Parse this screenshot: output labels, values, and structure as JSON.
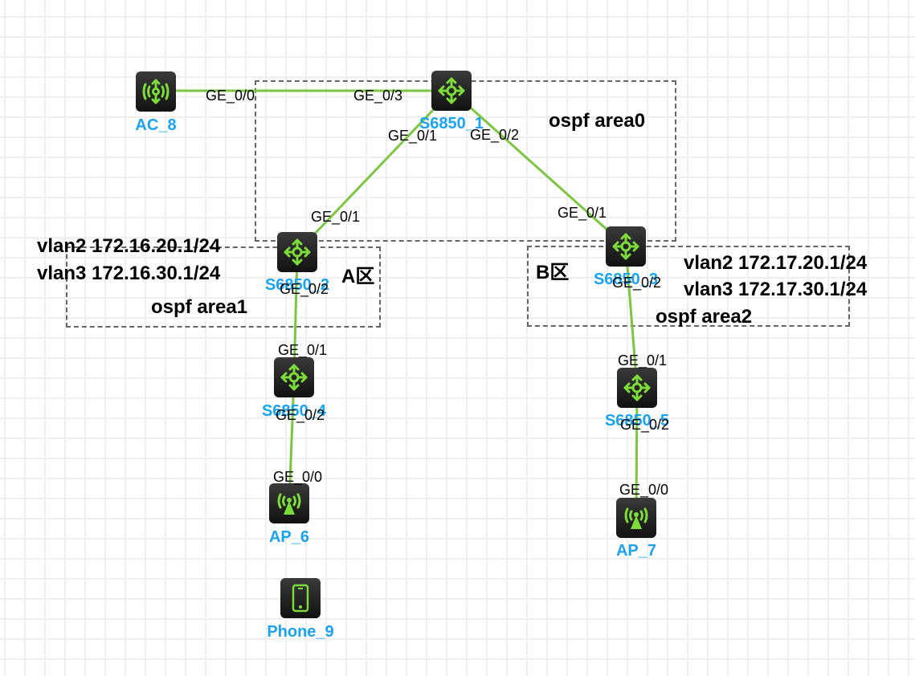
{
  "colors": {
    "link": "#7cc53f",
    "device_bg": "#1e1e1e",
    "icon": "#7ddc3a",
    "device_label": "#1aa3ee",
    "area_border": "#666666",
    "grid": "#efefef"
  },
  "devices": [
    {
      "id": "AC_8",
      "label": "AC_8",
      "type": "ac",
      "icon": "wireless-controller-icon"
    },
    {
      "id": "S6850_1",
      "label": "S6850_1",
      "type": "switch",
      "icon": "l3-switch-icon"
    },
    {
      "id": "S6850_2",
      "label": "S6850_2",
      "type": "switch",
      "icon": "l3-switch-icon"
    },
    {
      "id": "S6850_3",
      "label": "S6850_3",
      "type": "switch",
      "icon": "l3-switch-icon"
    },
    {
      "id": "S6850_4",
      "label": "S6850_4",
      "type": "switch",
      "icon": "l3-switch-icon"
    },
    {
      "id": "S6850_5",
      "label": "S6850_5",
      "type": "switch",
      "icon": "l3-switch-icon"
    },
    {
      "id": "AP_6",
      "label": "AP_6",
      "type": "ap",
      "icon": "access-point-icon"
    },
    {
      "id": "AP_7",
      "label": "AP_7",
      "type": "ap",
      "icon": "access-point-icon"
    },
    {
      "id": "Phone_9",
      "label": "Phone_9",
      "type": "phone",
      "icon": "phone-icon"
    }
  ],
  "links": [
    {
      "from": "AC_8",
      "from_port": "GE_0/0",
      "to": "S6850_1",
      "to_port": "GE_0/3"
    },
    {
      "from": "S6850_1",
      "from_port": "GE_0/1",
      "to": "S6850_2",
      "to_port": "GE_0/1"
    },
    {
      "from": "S6850_1",
      "from_port": "GE_0/2",
      "to": "S6850_3",
      "to_port": "GE_0/1"
    },
    {
      "from": "S6850_2",
      "from_port": "GE_0/2",
      "to": "S6850_4",
      "to_port": "GE_0/1"
    },
    {
      "from": "S6850_3",
      "from_port": "GE_0/2",
      "to": "S6850_5",
      "to_port": "GE_0/1"
    },
    {
      "from": "S6850_4",
      "from_port": "GE_0/2",
      "to": "AP_6",
      "to_port": "GE_0/0"
    },
    {
      "from": "S6850_5",
      "from_port": "GE_0/2",
      "to": "AP_7",
      "to_port": "GE_0/0"
    }
  ],
  "areas": {
    "area0": {
      "label": "ospf area0"
    },
    "area1": {
      "label": "ospf area1",
      "zone": "A区"
    },
    "area2": {
      "label": "ospf area2",
      "zone": "B区"
    }
  },
  "notes": {
    "a_vlan2": "vlan2 172.16.20.1/24",
    "a_vlan3": "vlan3 172.16.30.1/24",
    "b_vlan2": "vlan2 172.17.20.1/24",
    "b_vlan3": "vlan3 172.17.30.1/24"
  }
}
